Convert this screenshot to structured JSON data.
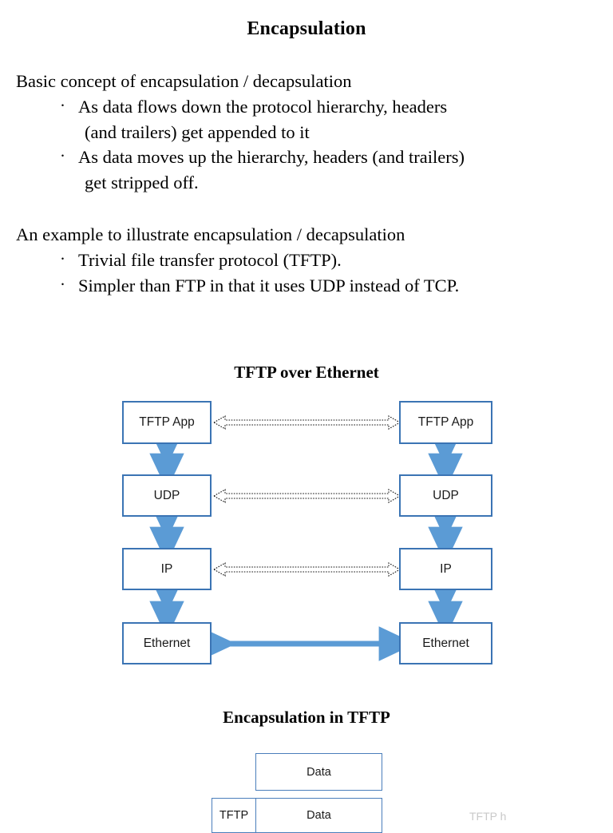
{
  "page": {
    "title": "Encapsulation",
    "background": "#ffffff",
    "accent_blue": "#5b9bd5",
    "border_blue": "#3b74b4"
  },
  "content": {
    "blocks": [
      {
        "lead": "Basic concept of encapsulation / decapsulation",
        "bullet_marker": "·",
        "bullets": [
          {
            "line1": "As data flows down the protocol hierarchy, headers",
            "line2": "(and trailers) get appended to it"
          },
          {
            "line1": "As data moves up the hierarchy, headers (and trailers)",
            "line2": "get stripped off."
          }
        ]
      },
      {
        "lead": "An example to illustrate encapsulation / decapsulation",
        "bullet_marker": "·",
        "bullets": [
          {
            "line1": "Trivial file transfer protocol (TFTP).",
            "line2": ""
          },
          {
            "line1": "Simpler than FTP in that it uses UDP instead of TCP.",
            "line2": ""
          }
        ]
      }
    ]
  },
  "diagram_stack": {
    "title": "TFTP over Ethernet",
    "left_column": [
      {
        "label": "TFTP App"
      },
      {
        "label": "UDP"
      },
      {
        "label": "IP"
      },
      {
        "label": "Ethernet"
      }
    ],
    "right_column": [
      {
        "label": "TFTP App"
      },
      {
        "label": "UDP"
      },
      {
        "label": "IP"
      },
      {
        "label": "Ethernet"
      }
    ],
    "peer_links": [
      {
        "between": "TFTP App",
        "style": "dashed-double-arrow"
      },
      {
        "between": "UDP",
        "style": "dashed-double-arrow"
      },
      {
        "between": "IP",
        "style": "dashed-double-arrow"
      },
      {
        "between": "Ethernet",
        "style": "solid-blue-double-arrow"
      }
    ],
    "vertical_links": {
      "style": "solid-blue-double-arrow",
      "count": 6
    }
  },
  "diagram_encapsulation": {
    "title": "Encapsulation in TFTP",
    "rows": [
      {
        "cells": [
          "Data"
        ]
      },
      {
        "cells": [
          "TFTP",
          "Data"
        ]
      }
    ],
    "faint_label": "TFTP h"
  }
}
